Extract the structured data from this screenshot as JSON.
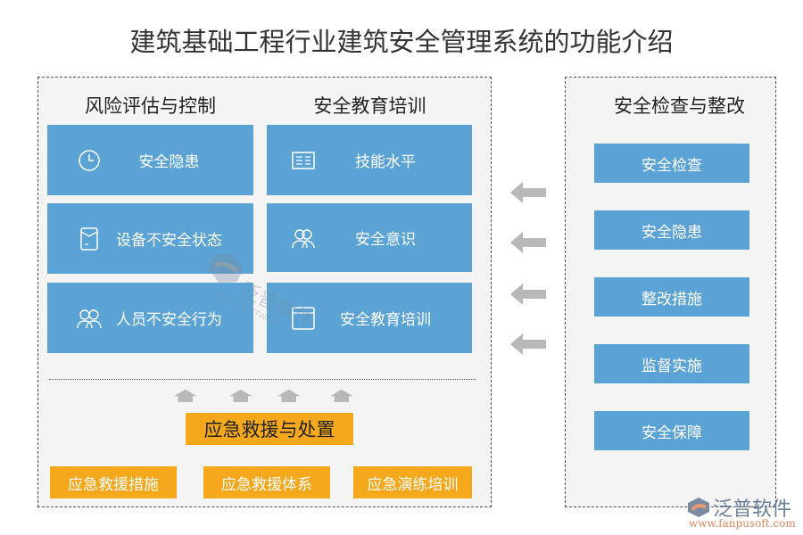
{
  "title": "建筑基础工程行业建筑安全管理系统的功能介绍",
  "left_panel": {
    "col1": {
      "heading": "风险评估与控制",
      "items": [
        {
          "label": "安全隐患",
          "icon": "clock-icon"
        },
        {
          "label": "设备不安全状态",
          "icon": "device-icon"
        },
        {
          "label": "人员不安全行为",
          "icon": "group-icon"
        }
      ]
    },
    "col2": {
      "heading": "安全教育培训",
      "items": [
        {
          "label": "技能水平",
          "icon": "document-icon"
        },
        {
          "label": "安全意识",
          "icon": "users-icon"
        },
        {
          "label": "安全教育培训",
          "icon": "window-icon"
        }
      ]
    },
    "emergency": {
      "title": "应急救援与处置",
      "items": [
        "应急救援措施",
        "应急救援体系",
        "应急演练培训"
      ]
    }
  },
  "right_panel": {
    "heading": "安全检查与整改",
    "items": [
      "安全检查",
      "安全隐患",
      "整改措施",
      "监督实施",
      "安全保障"
    ]
  },
  "watermark": {
    "brand": "泛普软件",
    "url": "www.fanpusoft.com",
    "sub": "FANPU SOFTWARE"
  },
  "colors": {
    "blue": "#5ba3d4",
    "orange": "#f5a81c",
    "arrow": "#b8b8b8"
  }
}
